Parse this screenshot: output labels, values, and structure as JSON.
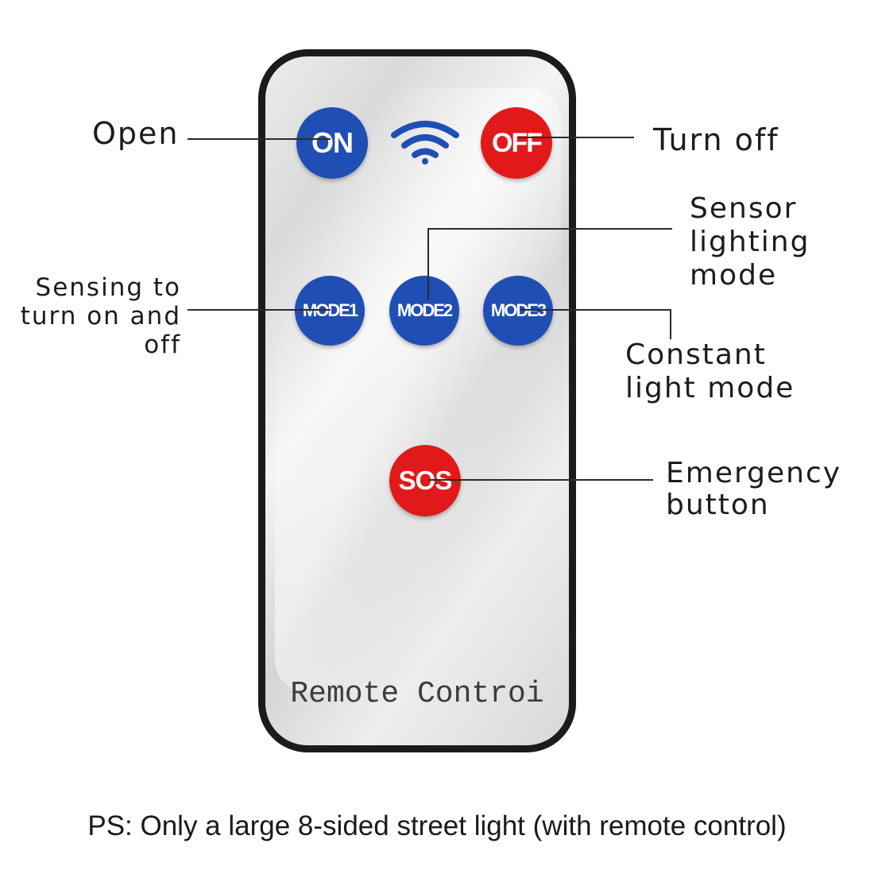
{
  "remote": {
    "buttons": {
      "on": "ON",
      "off": "OFF",
      "mode1": "MODE1",
      "mode2": "MODE2",
      "mode3": "MODE3",
      "sos": "SOS"
    },
    "label": "Remote Controi",
    "signal_icon": "wifi-icon"
  },
  "annotations": {
    "open": "Open",
    "turn_off": "Turn off",
    "sensor_lighting_mode": [
      "Sensor",
      "lighting",
      "mode"
    ],
    "sensing_to_turn_on_and_off": [
      "Sensing to",
      "turn on and",
      "off"
    ],
    "constant_light_mode": [
      "Constant",
      "light mode"
    ],
    "emergency_button": [
      "Emergency",
      "button"
    ]
  },
  "footer": "PS: Only a large 8-sided street light (with remote control)",
  "colors": {
    "blue_button": "#1f4fb3",
    "red_button": "#e2191b",
    "remote_frame": "#1b1b1b"
  }
}
